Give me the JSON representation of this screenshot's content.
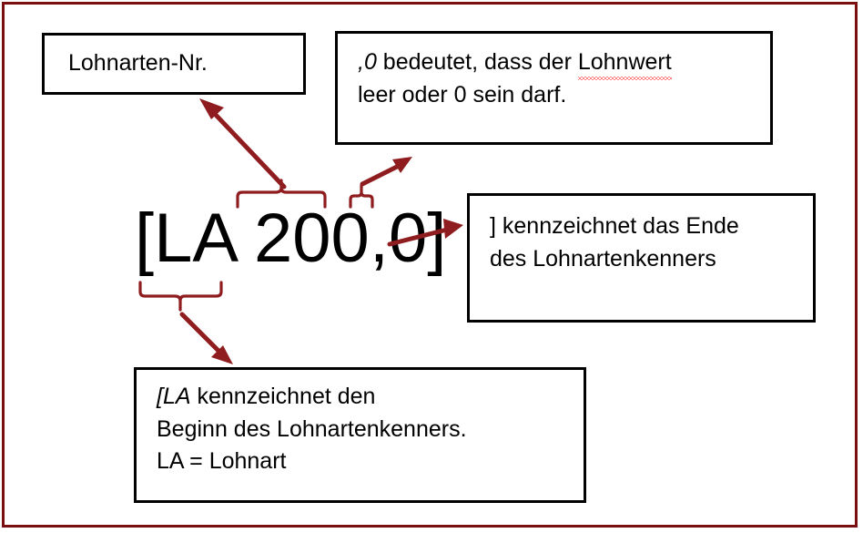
{
  "figure": {
    "frame_color": "#7b0f10",
    "annotation_color": "#8f1d1f",
    "box_border_color": "#000000",
    "text_color": "#000000",
    "spellcheck_underline_color": "#ff0000"
  },
  "code": {
    "full_string": "[LA 200,0]",
    "segment_open": "[LA",
    "segment_number": "200",
    "segment_decimal": ",0",
    "segment_close": "]"
  },
  "callouts": {
    "lohnarten_nr": {
      "lines": [
        "Lohnarten-Nr."
      ]
    },
    "null_bedeutet": {
      "line1_italic": ",0",
      "line1_rest": " bedeutet, dass der ",
      "line1_spellchecked": "Lohnwert",
      "line2": "leer oder 0 sein darf."
    },
    "ende_kenner": {
      "line1": "] kennzeichnet das Ende",
      "line2": "des Lohnartenkenners"
    },
    "beginn_kenner": {
      "line1_italic": "[LA",
      "line1_rest": " kennzeichnet den",
      "line2": "Beginn des Lohnartenkenners.",
      "line3": "LA = Lohnart"
    }
  }
}
